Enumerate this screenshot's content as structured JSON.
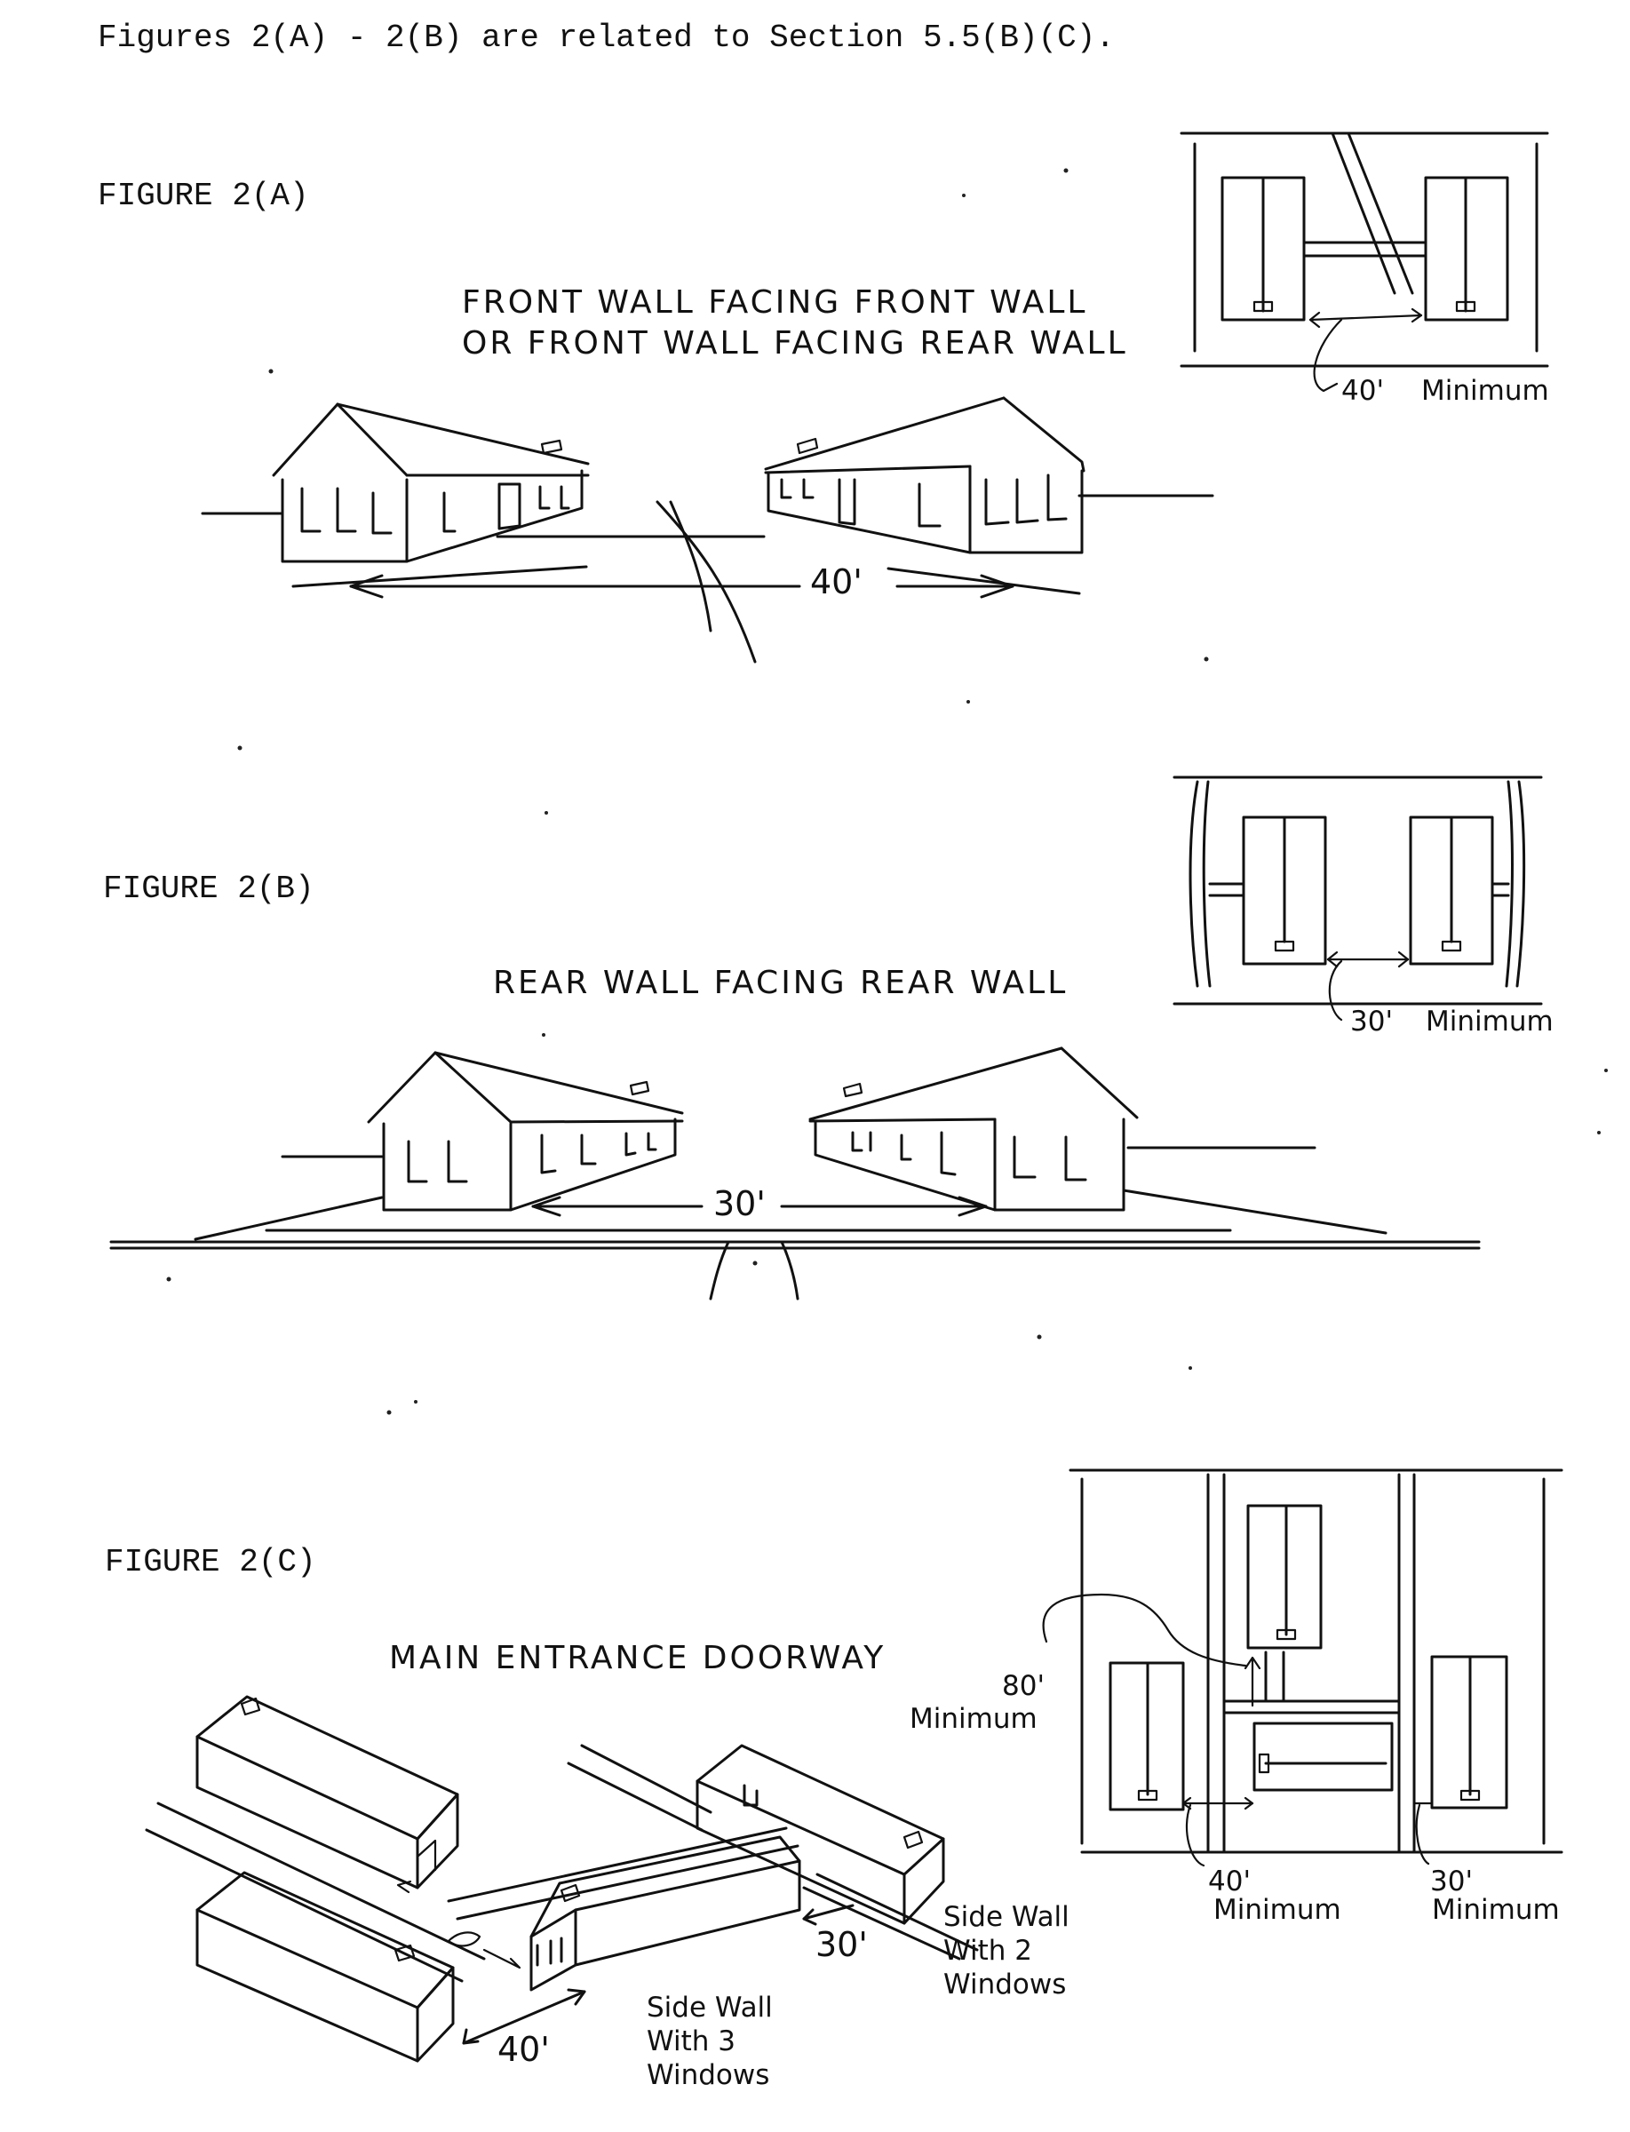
{
  "header": "Figures 2(A) - 2(B) are related to Section 5.5(B)(C).",
  "fig_a": {
    "label": "FIGURE 2(A)",
    "caption_line1": "FRONT WALL FACING FRONT WALL",
    "caption_line2": "OR FRONT WALL FACING REAR WALL",
    "distance": "40'",
    "plan_distance": "40'",
    "plan_minimum": "Minimum"
  },
  "fig_b": {
    "label": "FIGURE 2(B)",
    "caption": "REAR WALL FACING REAR WALL",
    "distance": "30'",
    "plan_distance": "30'",
    "plan_minimum": "Minimum"
  },
  "fig_c": {
    "label": "FIGURE 2(C)",
    "caption": "MAIN ENTRANCE DOORWAY",
    "distance_40": "40'",
    "distance_30": "30'",
    "side3_line1": "Side Wall",
    "side3_line2": "With 3",
    "side3_line3": "Windows",
    "side2_line1": "Side Wall",
    "side2_line2": "With 2",
    "side2_line3": "Windows",
    "plan_80": "80'",
    "plan_80_min": "Minimum",
    "plan_40": "40'",
    "plan_40_min": "Minimum",
    "plan_30": "30'",
    "plan_30_min": "Minimum"
  }
}
